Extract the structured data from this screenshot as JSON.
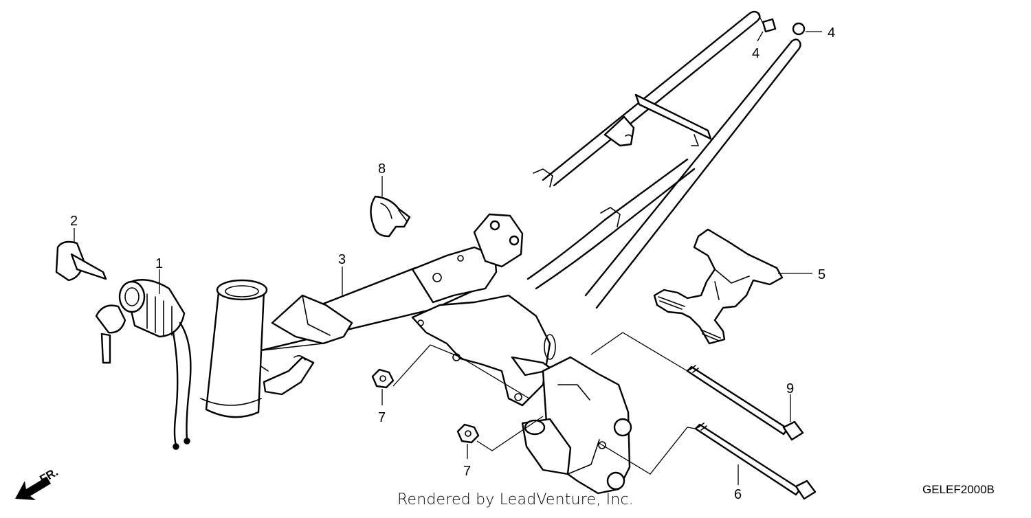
{
  "diagram": {
    "code": "GELEF2000B",
    "credit": "Rendered by LeadVenture, Inc.",
    "front_indicator": "FR."
  },
  "callouts": [
    {
      "id": "1",
      "label": "1"
    },
    {
      "id": "2",
      "label": "2"
    },
    {
      "id": "3",
      "label": "3"
    },
    {
      "id": "4a",
      "label": "4"
    },
    {
      "id": "4b",
      "label": "4"
    },
    {
      "id": "5",
      "label": "5"
    },
    {
      "id": "6",
      "label": "6"
    },
    {
      "id": "7a",
      "label": "7"
    },
    {
      "id": "7b",
      "label": "7"
    },
    {
      "id": "8",
      "label": "8"
    },
    {
      "id": "9",
      "label": "9"
    }
  ],
  "icons": [
    "front-arrow-icon"
  ]
}
